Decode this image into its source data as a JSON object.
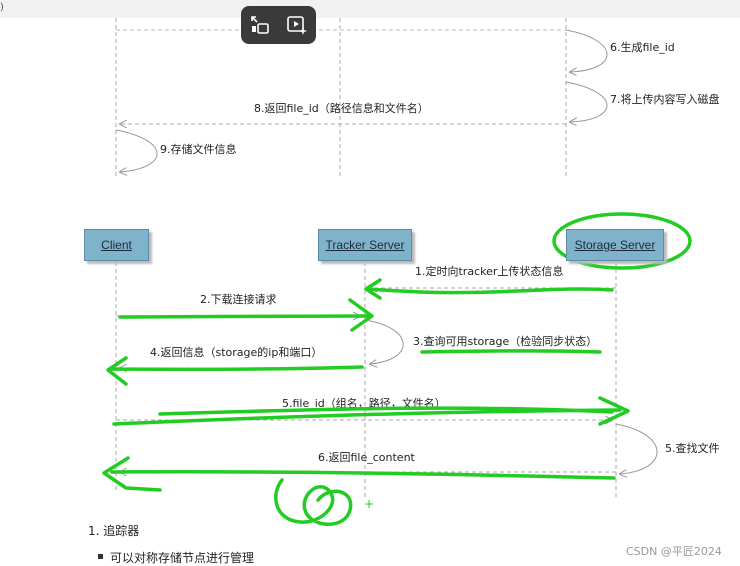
{
  "top_left_glyph": ")",
  "toolbar": {
    "icons": [
      "exit-fullscreen-icon",
      "play-sparkle-icon"
    ]
  },
  "upper": {
    "steps": {
      "s6": "6.生成file_id",
      "s7": "7.将上传内容写入磁盘",
      "s8": "8.返回file_id（路径信息和文件名）",
      "s9": "9.存储文件信息"
    }
  },
  "lower": {
    "actors": {
      "client": "Client",
      "tracker": "Tracker Server",
      "storage": "Storage Server"
    },
    "steps": {
      "s1": "1.定时向tracker上传状态信息",
      "s2": "2.下载连接请求",
      "s3": "3.查询可用storage（检验同步状态）",
      "s4": "4.返回信息（storage的ip和端口）",
      "s5": "5.file_id（组名，路径，文件名）",
      "s5b": "5.查找文件",
      "s6": "6.返回file_content"
    }
  },
  "list": {
    "item1": "1. 追踪器",
    "bullet1": "可以对称存储节点进行管理"
  },
  "watermark": "CSDN @平匠2024",
  "colors": {
    "annotation": "#22cc22",
    "actor_fill": "#7fb3cc"
  }
}
